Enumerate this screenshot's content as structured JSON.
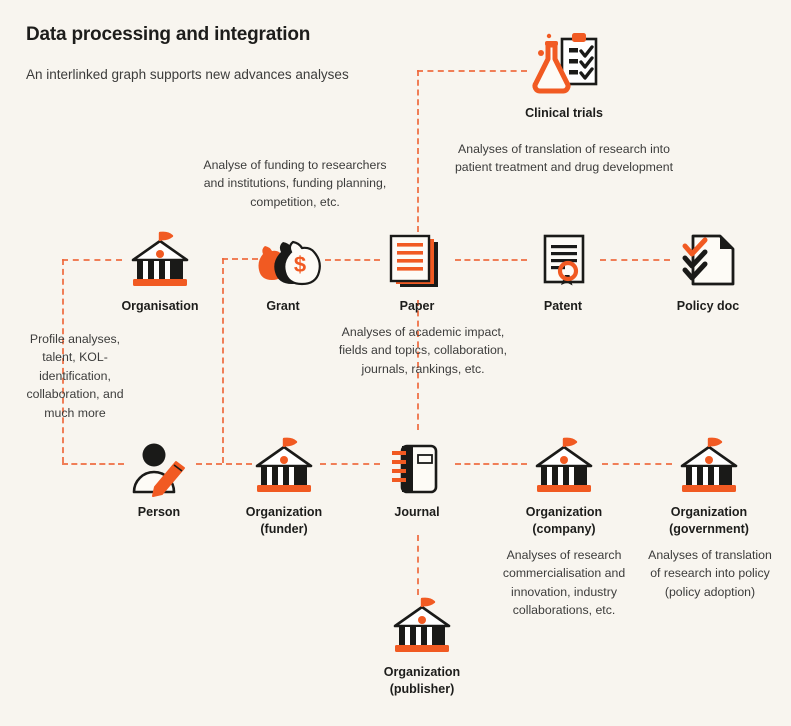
{
  "header": {
    "title": "Data processing and integration",
    "subtitle": "An interlinked graph supports new advances analyses"
  },
  "colors": {
    "background": "#f8f5ef",
    "accent_orange": "#f15a22",
    "ink": "#1d1d1b",
    "body_text": "#3c3c3b",
    "connector": "#ef6a3d"
  },
  "nodes": {
    "clinical_trials": {
      "label": "Clinical trials",
      "icon": "flask-clipboard-icon"
    },
    "organisation": {
      "label": "Organisation",
      "icon": "bank-building-icon"
    },
    "grant": {
      "label": "Grant",
      "icon": "money-bags-icon"
    },
    "paper": {
      "label": "Paper",
      "icon": "paper-stack-icon"
    },
    "patent": {
      "label": "Patent",
      "icon": "certificate-seal-icon"
    },
    "policy_doc": {
      "label": "Policy doc",
      "icon": "document-checkmarks-icon"
    },
    "person": {
      "label": "Person",
      "icon": "person-pencil-icon"
    },
    "org_funder": {
      "label_line1": "Organization",
      "label_line2": "(funder)",
      "icon": "bank-building-icon"
    },
    "journal": {
      "label": "Journal",
      "icon": "spiral-notebook-icon"
    },
    "org_company": {
      "label_line1": "Organization",
      "label_line2": "(company)",
      "icon": "bank-building-icon"
    },
    "org_government": {
      "label_line1": "Organization",
      "label_line2": "(government)",
      "icon": "bank-building-icon"
    },
    "org_publisher": {
      "label_line1": "Organization",
      "label_line2": "(publisher)",
      "icon": "bank-building-icon"
    }
  },
  "descriptions": {
    "funding": "Analyse of funding to researchers and institutions, funding planning, competition, etc.",
    "profile": "Profile analyses, talent, KOL-identification, collaboration, and much more",
    "clinical_trials": "Analyses of translation of research into patient treatment and drug development",
    "paper": "Analyses of academic impact, fields and topics, collaboration, journals, rankings, etc.",
    "company": "Analyses of research commercialisation and innovation, industry collaborations, etc.",
    "government": "Analyses of translation of research into policy (policy adoption)"
  }
}
